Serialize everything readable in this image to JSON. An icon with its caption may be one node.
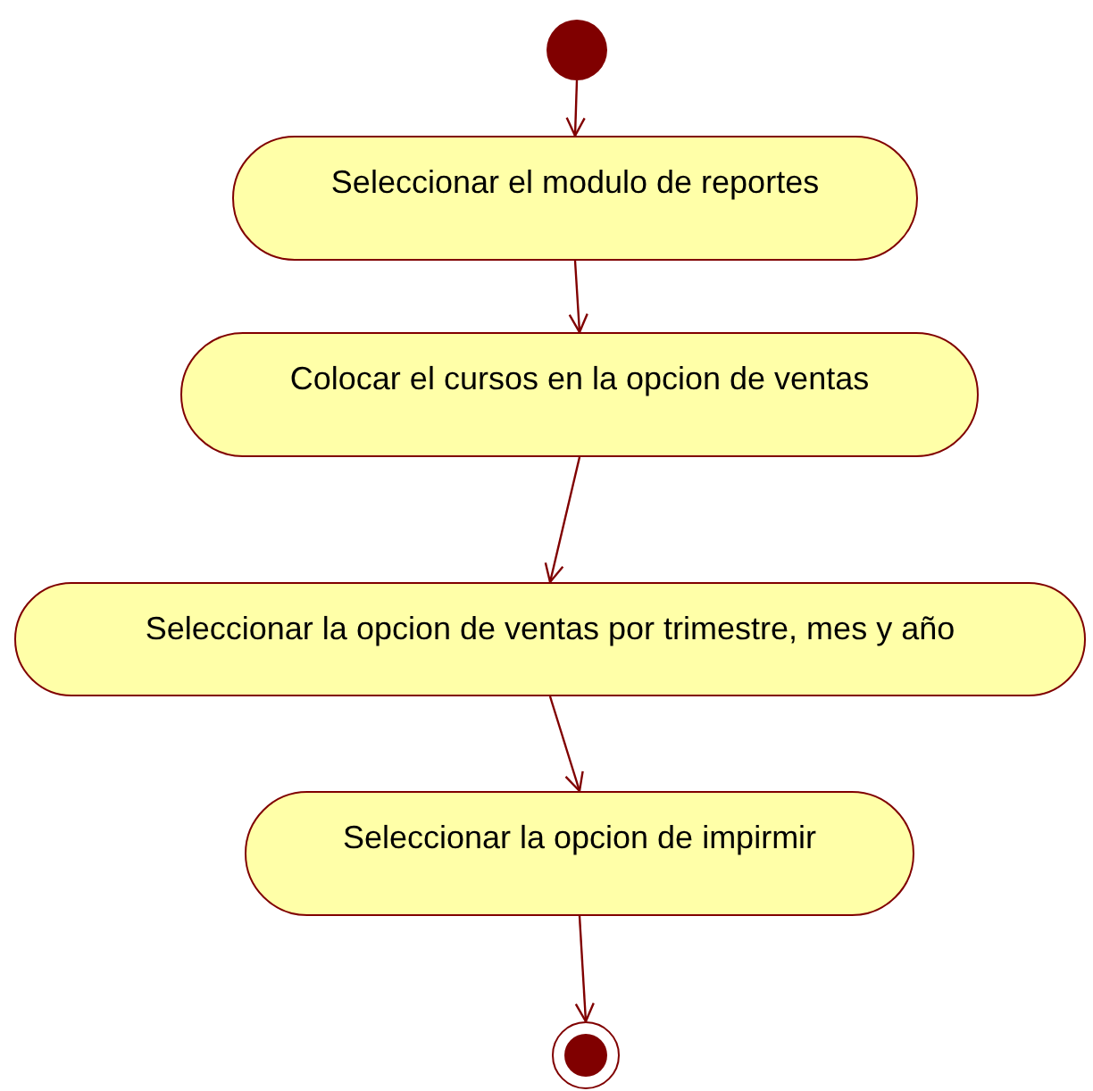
{
  "diagram": {
    "nodes": [
      {
        "text": [],
        "shape": "circle"
      },
      {
        "text": [
          "Seleccionar el modulo de reportes"
        ]
      },
      {
        "text": [
          "Colocar el cursos en la opcion de ventas"
        ]
      },
      {
        "text": [
          "Seleccionar la opcion de ventas por trimestre, mes y año"
        ]
      },
      {
        "text": [
          "Seleccionar la opcion de impirmir"
        ]
      },
      {
        "text": [],
        "shape": "bullseye"
      }
    ],
    "edges": [
      {
        "from": 0,
        "to": 1,
        "arrow": "to"
      },
      {
        "from": 1,
        "to": 2,
        "arrow": "to"
      },
      {
        "from": 2,
        "to": 3,
        "arrow": "to"
      },
      {
        "from": 3,
        "to": 4,
        "arrow": "to"
      },
      {
        "from": 4,
        "to": 5,
        "arrow": "to"
      }
    ]
  }
}
